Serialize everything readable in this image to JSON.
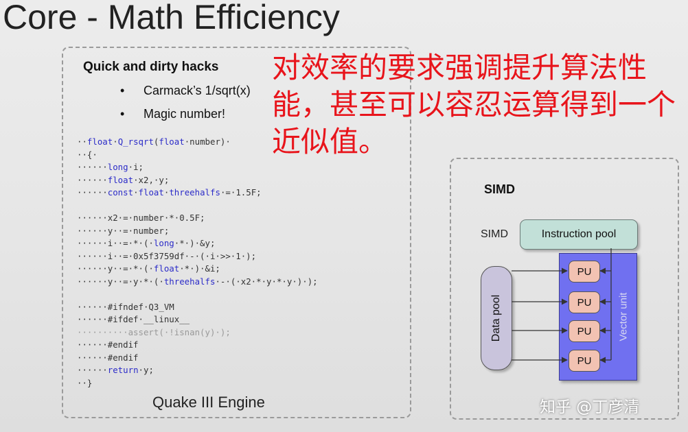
{
  "slide": {
    "title": "Core - Math Efficiency"
  },
  "code_panel": {
    "heading": "Quick and dirty hacks",
    "bullets": [
      "Carmack’s 1/sqrt(x)",
      "Magic number!"
    ],
    "bullet_glyph": "•",
    "code_lines": [
      [
        {
          "t": "··"
        },
        {
          "t": "float",
          "c": "kw"
        },
        {
          "t": "·"
        },
        {
          "t": "Q_rsqrt",
          "c": "kw"
        },
        {
          "t": "("
        },
        {
          "t": "float",
          "c": "kw"
        },
        {
          "t": "·number)·"
        }
      ],
      [
        {
          "t": "··{·"
        }
      ],
      [
        {
          "t": "······"
        },
        {
          "t": "long",
          "c": "kw"
        },
        {
          "t": "·i;"
        }
      ],
      [
        {
          "t": "······"
        },
        {
          "t": "float",
          "c": "kw"
        },
        {
          "t": "·x2,·y;"
        }
      ],
      [
        {
          "t": "······"
        },
        {
          "t": "const",
          "c": "kw"
        },
        {
          "t": "·"
        },
        {
          "t": "float",
          "c": "kw"
        },
        {
          "t": "·"
        },
        {
          "t": "threehalfs",
          "c": "kw"
        },
        {
          "t": "·=·1.5F;"
        }
      ],
      [
        {
          "t": ""
        }
      ],
      [
        {
          "t": "······x2·=·number·*·0.5F;"
        }
      ],
      [
        {
          "t": "······y··=·number;"
        }
      ],
      [
        {
          "t": "······i··=·*·(·"
        },
        {
          "t": "long",
          "c": "kw"
        },
        {
          "t": "·*·)·&y;"
        }
      ],
      [
        {
          "t": "······i··=·0x5f3759df·-·(·i·>>·1·);"
        }
      ],
      [
        {
          "t": "······y··=·*·(·"
        },
        {
          "t": "float",
          "c": "kw"
        },
        {
          "t": "·*·)·&i;"
        }
      ],
      [
        {
          "t": "······y··=·y·*·(·"
        },
        {
          "t": "threehalfs",
          "c": "kw"
        },
        {
          "t": "·-·(·x2·*·y·*·y·)·);"
        }
      ],
      [
        {
          "t": ""
        }
      ],
      [
        {
          "t": "······#ifndef·Q3_VM"
        }
      ],
      [
        {
          "t": "······#ifdef·__linux__"
        }
      ],
      [
        {
          "t": "··········assert(·!isnan(y)·);",
          "c": "dim"
        }
      ],
      [
        {
          "t": "······#endif"
        }
      ],
      [
        {
          "t": "······#endif"
        }
      ],
      [
        {
          "t": "······"
        },
        {
          "t": "return",
          "c": "kw"
        },
        {
          "t": "·y;"
        }
      ],
      [
        {
          "t": "··}"
        }
      ]
    ],
    "engine_label": "Quake III Engine"
  },
  "annotation": {
    "text": "对效率的要求强调提升算法性能，甚至可以容忍运算得到一个近似值。",
    "color": "#e8141b"
  },
  "simd_panel": {
    "heading": "SIMD",
    "simd_label": "SIMD",
    "instruction_pool": "Instruction pool",
    "data_pool": "Data pool",
    "vector_unit": "Vector unit",
    "pu_labels": [
      "PU",
      "PU",
      "PU",
      "PU"
    ],
    "colors": {
      "instruction_pool": "#c2e0d8",
      "data_pool": "#c9c4dc",
      "vector_unit": "#7070f0",
      "pu": "#f2c2b2"
    }
  },
  "watermark": {
    "text": "知乎 @丁彦清"
  }
}
